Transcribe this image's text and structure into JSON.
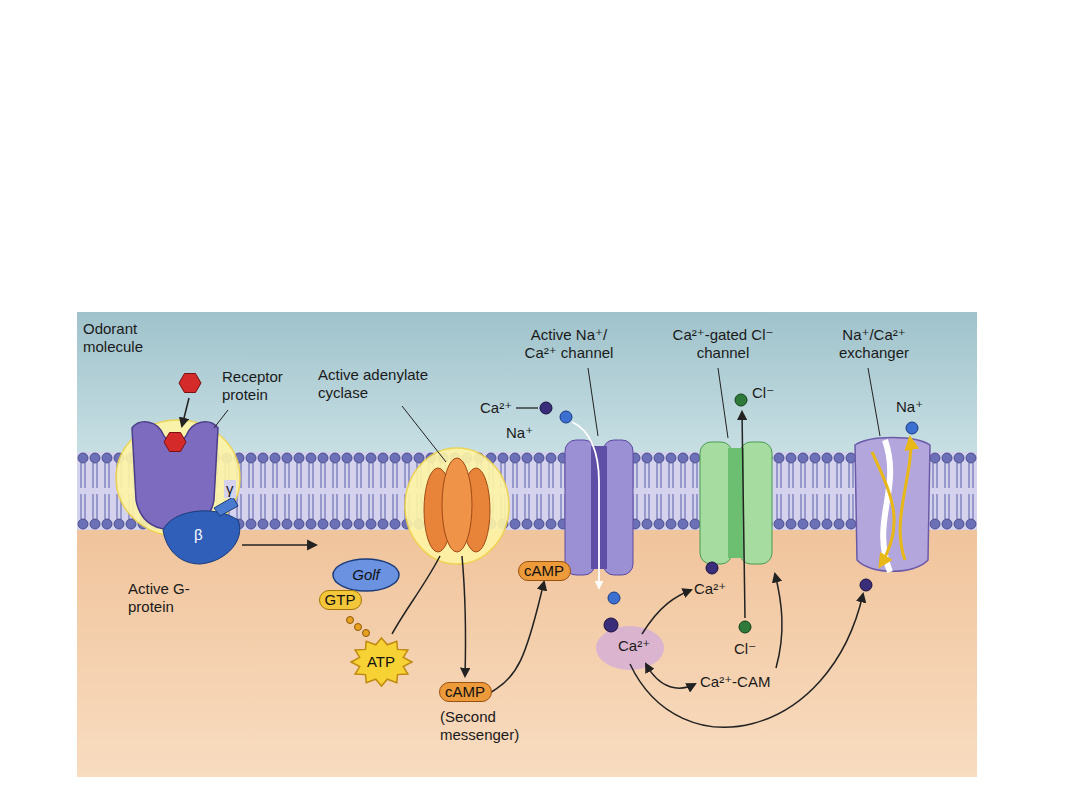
{
  "diagram": {
    "nodes": [
      {
        "text": [
          "Golf"
        ]
      },
      {
        "text": [
          "GTP"
        ]
      },
      {
        "text": [
          "ATP"
        ]
      },
      {
        "text": [
          "cAMP"
        ]
      },
      {
        "text": [
          "cAMP"
        ]
      }
    ],
    "edges": [
      {
        "from": 3,
        "to": 4,
        "arrow": "to"
      }
    ],
    "labels": [
      "Odorant molecule",
      "Receptor protein",
      "Active adenylate cyclase",
      "Active G-protein",
      "β",
      "γ",
      "(Second messenger)",
      "Active Na⁺/ Ca²⁺ channel",
      "Ca²⁺-gated Cl⁻ channel",
      "Na⁺/Ca²⁺ exchanger",
      "Ca²⁺",
      "Na⁺",
      "Cl⁻",
      "Na⁺",
      "Ca²⁺",
      "Ca²⁺",
      "Cl⁻",
      "Ca²⁺-CAM"
    ]
  }
}
